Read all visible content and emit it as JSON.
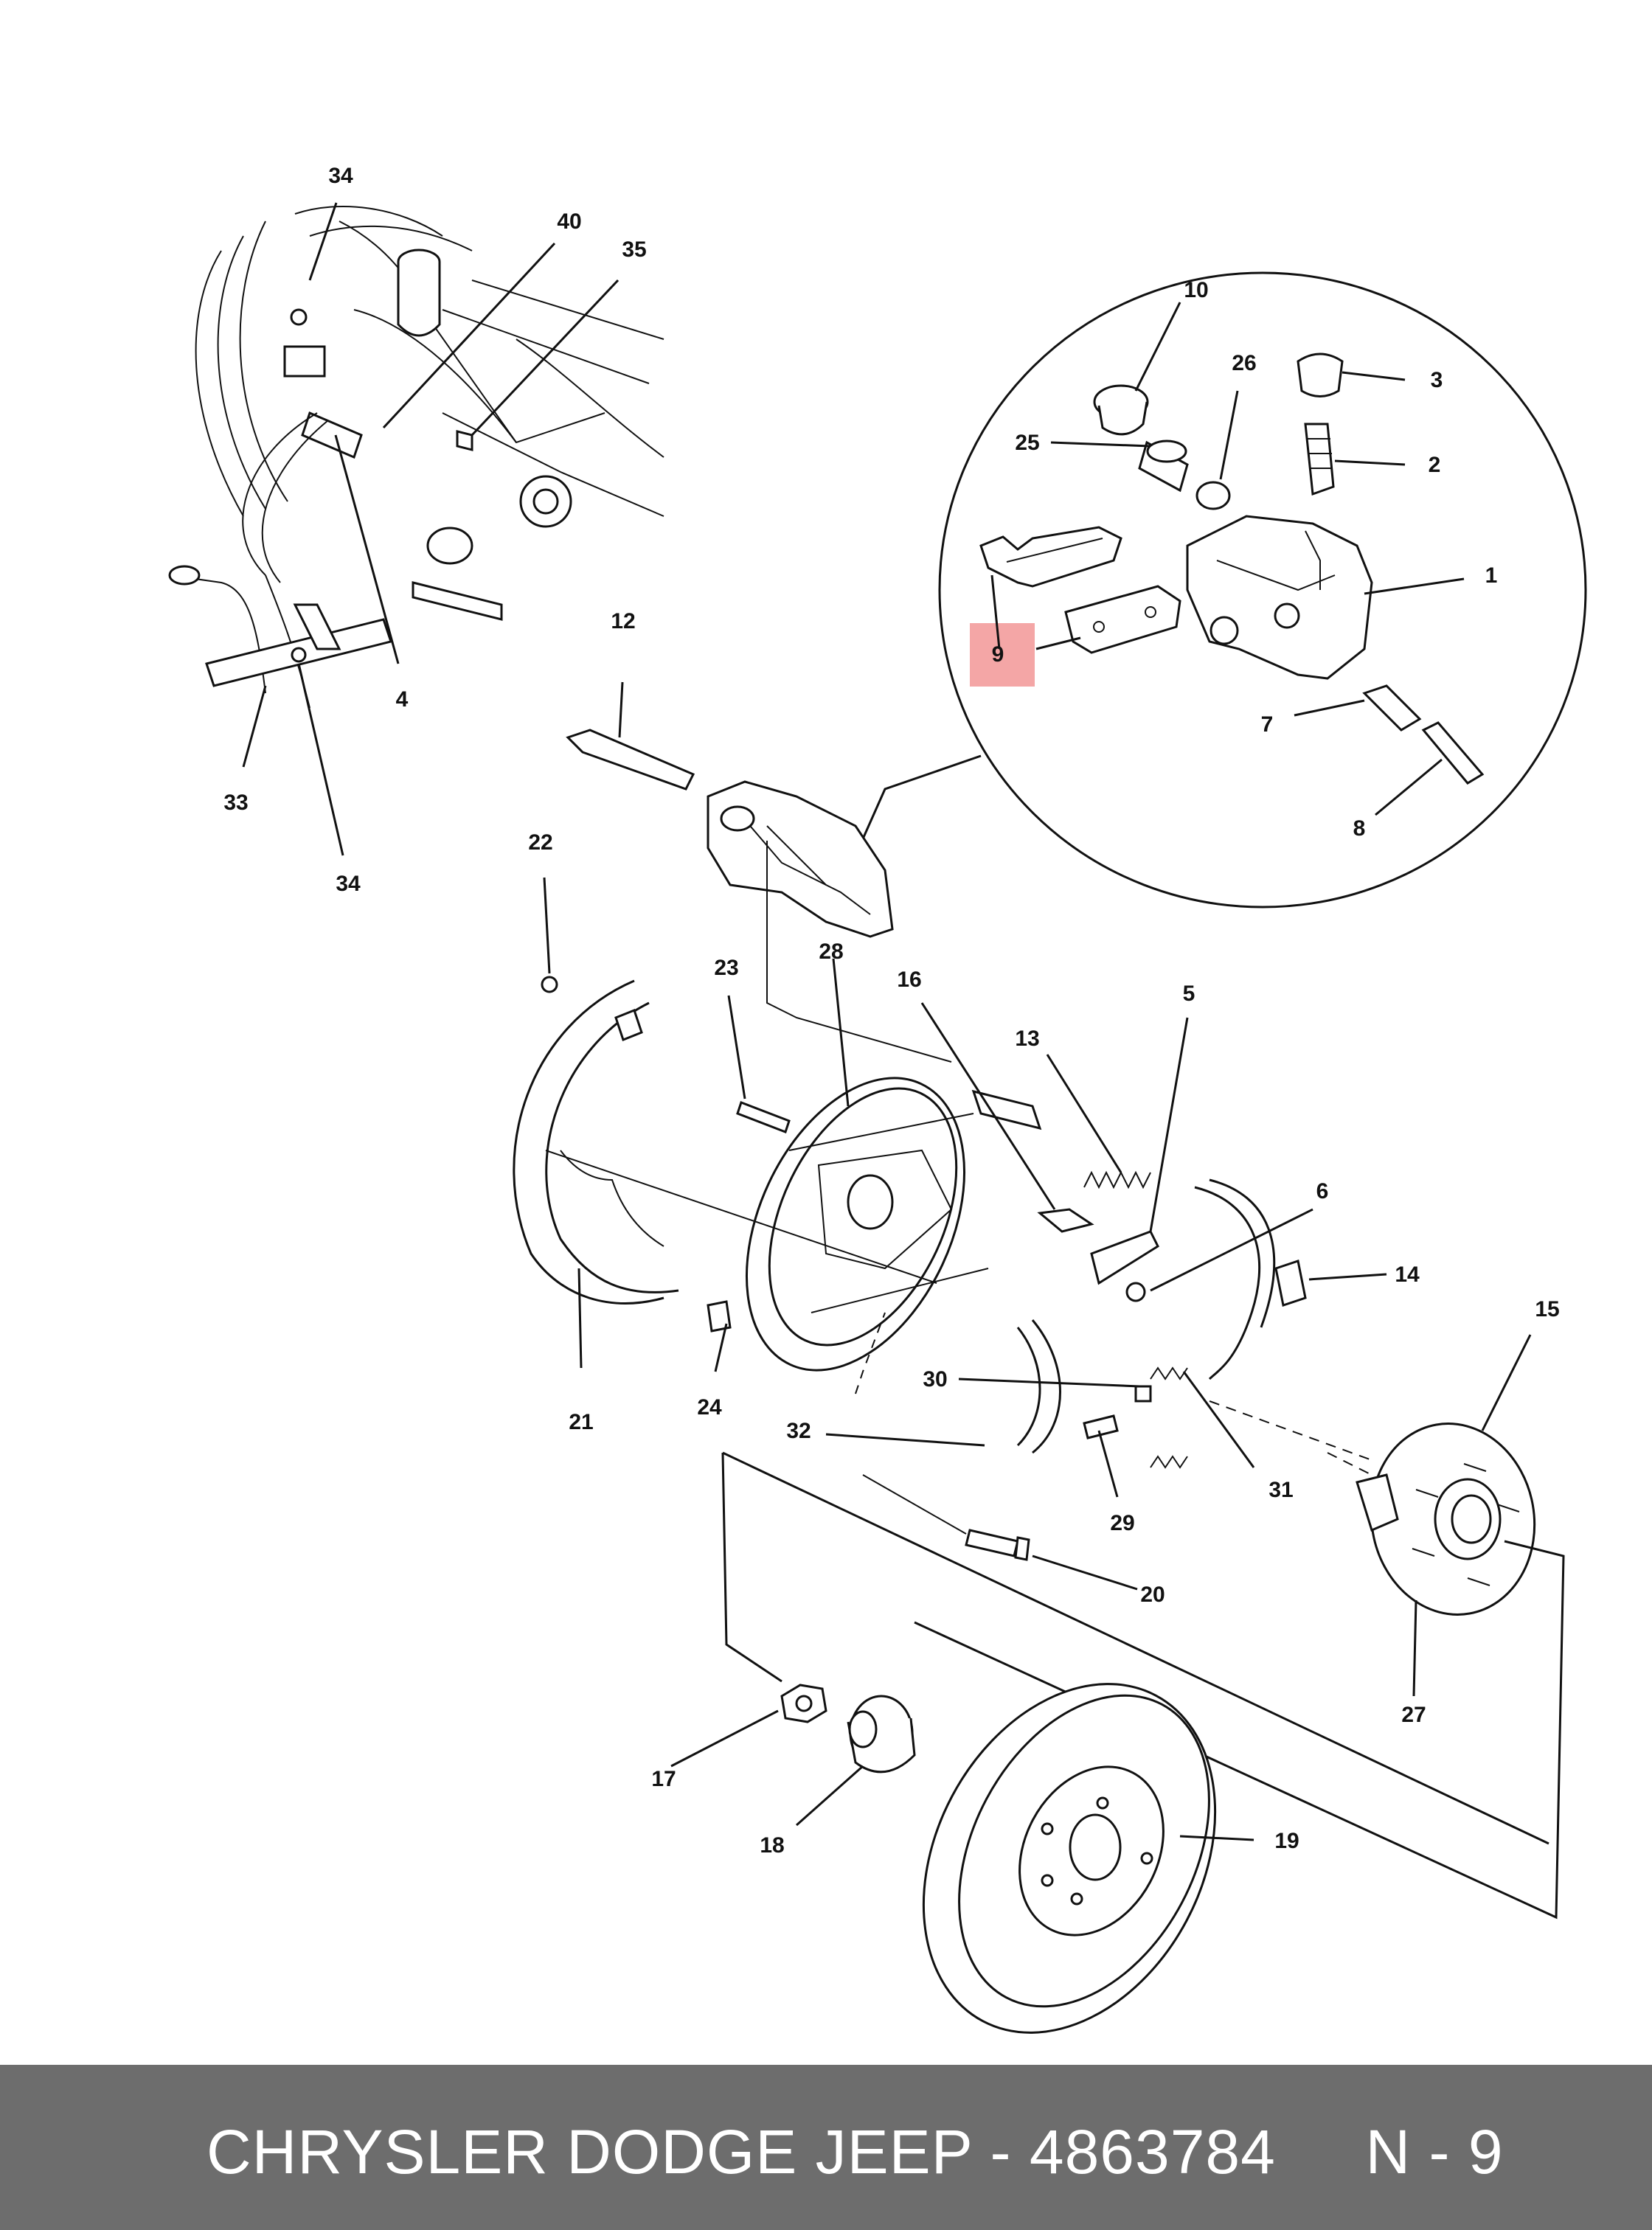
{
  "highlight_color": "#f4a6a6",
  "footer": {
    "text": "CHRYSLER DODGE JEEP - 4863784     N - 9",
    "background_color": "#6d6d6d",
    "text_color": "#ffffff"
  },
  "callouts": {
    "c1": "1",
    "c2": "2",
    "c3": "3",
    "c4": "4",
    "c5": "5",
    "c6": "6",
    "c7": "7",
    "c8": "8",
    "c9": "9",
    "c10": "10",
    "c12": "12",
    "c13": "13",
    "c14": "14",
    "c15": "15",
    "c16": "16",
    "c17": "17",
    "c18": "18",
    "c19": "19",
    "c20": "20",
    "c21": "21",
    "c22": "22",
    "c23": "23",
    "c24": "24",
    "c25": "25",
    "c26": "26",
    "c27": "27",
    "c28": "28",
    "c29": "29",
    "c30": "30",
    "c31": "31",
    "c32": "32",
    "c33": "33",
    "c34a": "34",
    "c34b": "34",
    "c35": "35",
    "c40": "40"
  }
}
